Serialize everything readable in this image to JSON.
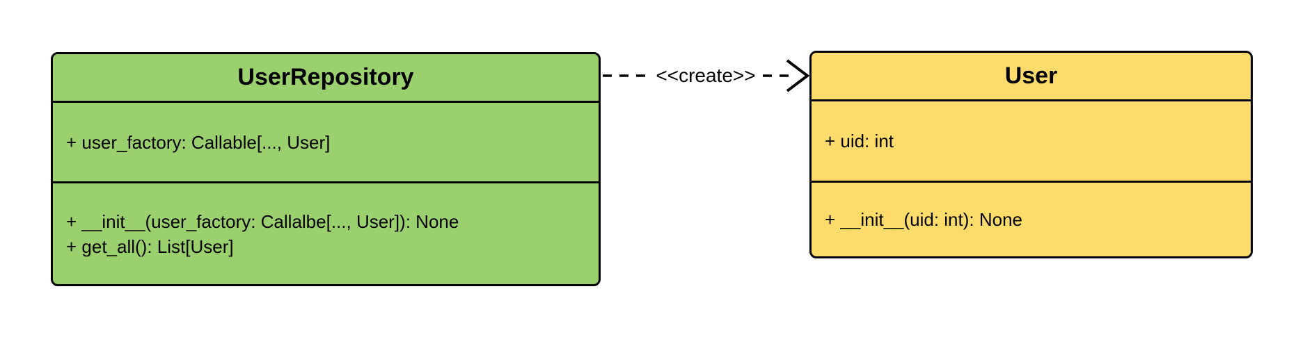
{
  "diagram": {
    "type": "uml-class-diagram",
    "background": "#ffffff",
    "border_color": "#000000",
    "classes": [
      {
        "name": "UserRepository",
        "fill": "#9bd06e",
        "attributes": [
          "+ user_factory: Callable[..., User]"
        ],
        "methods": [
          "+ __init__(user_factory: Callalbe[..., User]): None",
          "+ get_all(): List[User]"
        ]
      },
      {
        "name": "User",
        "fill": "#fddc6c",
        "attributes": [
          "+ uid: int"
        ],
        "methods": [
          "+ __init__(uid: int): None"
        ]
      }
    ],
    "relation": {
      "label": "<<create>>",
      "line_style": "dashed",
      "arrowhead": "open",
      "from": "UserRepository",
      "to": "User"
    }
  }
}
